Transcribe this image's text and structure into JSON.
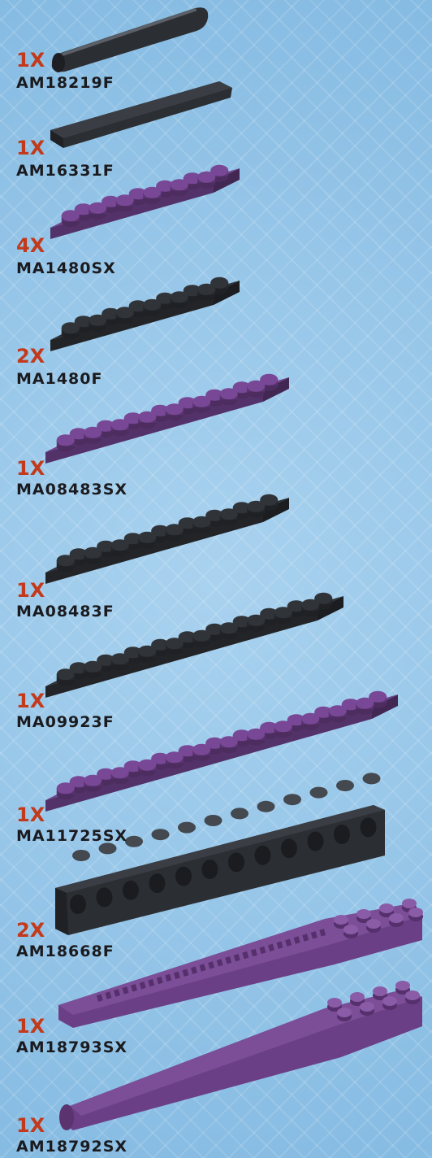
{
  "colors": {
    "background": "#8ec0e4",
    "quantity_text": "#c23a1b",
    "code_text": "#1b1b1f",
    "black_part": "#2b2e33",
    "purple_part": "#6b3f86"
  },
  "parts": [
    {
      "qty": "1X",
      "code": "AM18219F",
      "shape": "round-rod",
      "color": "black"
    },
    {
      "qty": "1X",
      "code": "AM16331F",
      "shape": "flat-tile",
      "color": "black"
    },
    {
      "qty": "4X",
      "code": "MA1480SX",
      "shape": "plate-2x6",
      "color": "purple"
    },
    {
      "qty": "2X",
      "code": "MA1480F",
      "shape": "plate-2x6",
      "color": "black"
    },
    {
      "qty": "1X",
      "code": "MA08483SX",
      "shape": "plate-2x8",
      "color": "purple"
    },
    {
      "qty": "1X",
      "code": "MA08483F",
      "shape": "plate-2x8",
      "color": "black"
    },
    {
      "qty": "1X",
      "code": "MA09923F",
      "shape": "plate-2x10",
      "color": "black"
    },
    {
      "qty": "1X",
      "code": "MA11725SX",
      "shape": "plate-2x12",
      "color": "purple"
    },
    {
      "qty": "2X",
      "code": "AM18668F",
      "shape": "technic-brick-1x12",
      "color": "black"
    },
    {
      "qty": "1X",
      "code": "AM18793SX",
      "shape": "wedge-plate",
      "color": "purple"
    },
    {
      "qty": "1X",
      "code": "AM18792SX",
      "shape": "wedge-slope",
      "color": "purple"
    }
  ]
}
